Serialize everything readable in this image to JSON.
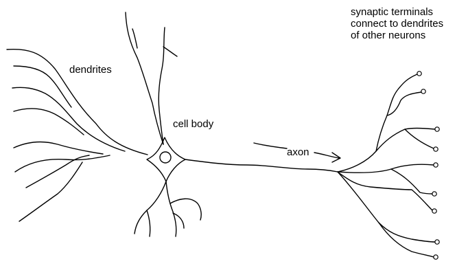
{
  "labels": {
    "dendrites": "dendrites",
    "cell_body": "cell body",
    "axon": "axon",
    "synaptic_line1": "synaptic terminals",
    "synaptic_line2": "connect to dendrites",
    "synaptic_line3": "of other neurons"
  },
  "colors": {
    "stroke": "#000000",
    "background": "#ffffff"
  }
}
